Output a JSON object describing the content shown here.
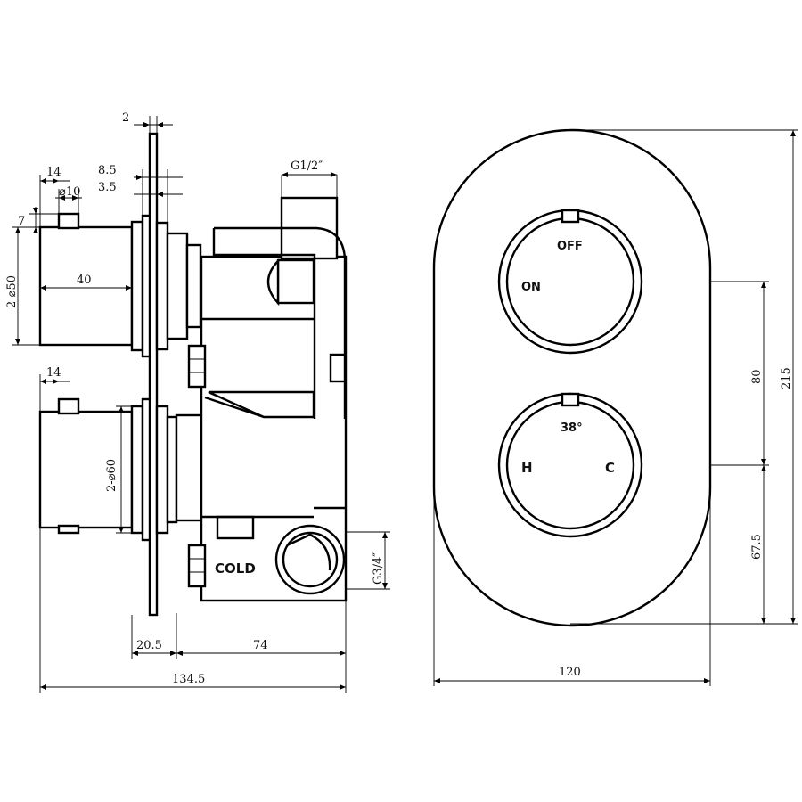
{
  "side_view": {
    "dims": {
      "plate_thickness": "2",
      "ring_spacer": "8.5",
      "ring_small": "3.5",
      "top_offset": "14",
      "pin_dia": "⌀10",
      "pin_height": "7",
      "upper_knob_dia": "2-⌀50",
      "upper_knob_length": "40",
      "lower_offset": "14",
      "lower_knob_dia": "2-⌀60",
      "outlet_thread": "G1/2″",
      "inlet_thread": "G3/4″",
      "wall_gap": "20.5",
      "body_depth": "74",
      "overall_depth": "134.5"
    },
    "labels": {
      "cold": "COLD"
    }
  },
  "front_view": {
    "upper_dial": {
      "off": "OFF",
      "on": "ON"
    },
    "lower_dial": {
      "temperature": "38°",
      "hot": "H",
      "cold": "C"
    },
    "dims": {
      "dial_spacing": "80",
      "lower_offset": "67.5",
      "overall_height": "215",
      "overall_width": "120"
    }
  }
}
